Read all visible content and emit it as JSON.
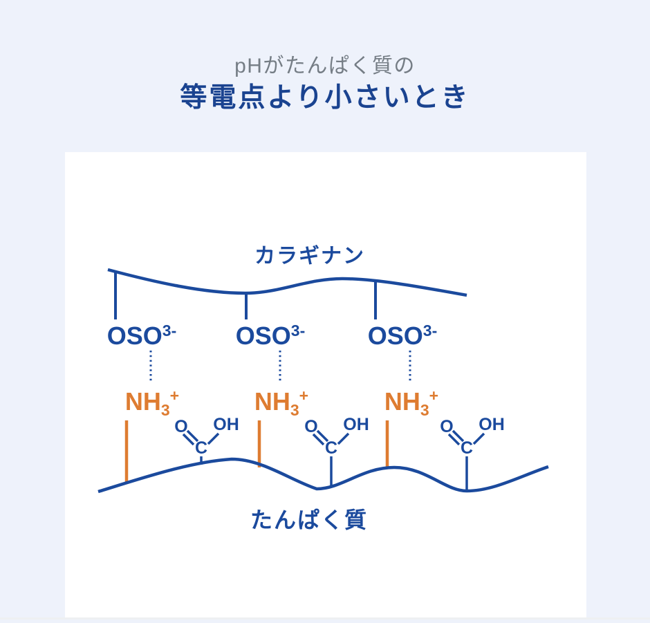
{
  "title": {
    "line1": "pHがたんぱく質の",
    "line2": "等電点より小さいとき"
  },
  "diagram": {
    "top_chain_label": "カラギナン",
    "bottom_chain_label": "たんぱく質",
    "sulfate_groups": [
      {
        "formula": "OSO",
        "charge": "3-"
      },
      {
        "formula": "OSO",
        "charge": "3-"
      },
      {
        "formula": "OSO",
        "charge": "3-"
      }
    ],
    "ammonium_groups": [
      {
        "formula": "NH",
        "subscript": "3",
        "charge": "+"
      },
      {
        "formula": "NH",
        "subscript": "3",
        "charge": "+"
      },
      {
        "formula": "NH",
        "subscript": "3",
        "charge": "+"
      }
    ],
    "carboxyl_groups": [
      {
        "oxygen": "O",
        "carbon": "C",
        "hydroxyl": "OH"
      },
      {
        "oxygen": "O",
        "carbon": "C",
        "hydroxyl": "OH"
      },
      {
        "oxygen": "O",
        "carbon": "C",
        "hydroxyl": "OH"
      }
    ]
  },
  "colors": {
    "background": "#eef2fb",
    "card": "#ffffff",
    "diagram_blue": "#1b4a9d",
    "accent_orange": "#de7c31",
    "title_gray": "#757d85",
    "title_blue": "#1a4390",
    "bottom_edge": "#eef0f2"
  }
}
